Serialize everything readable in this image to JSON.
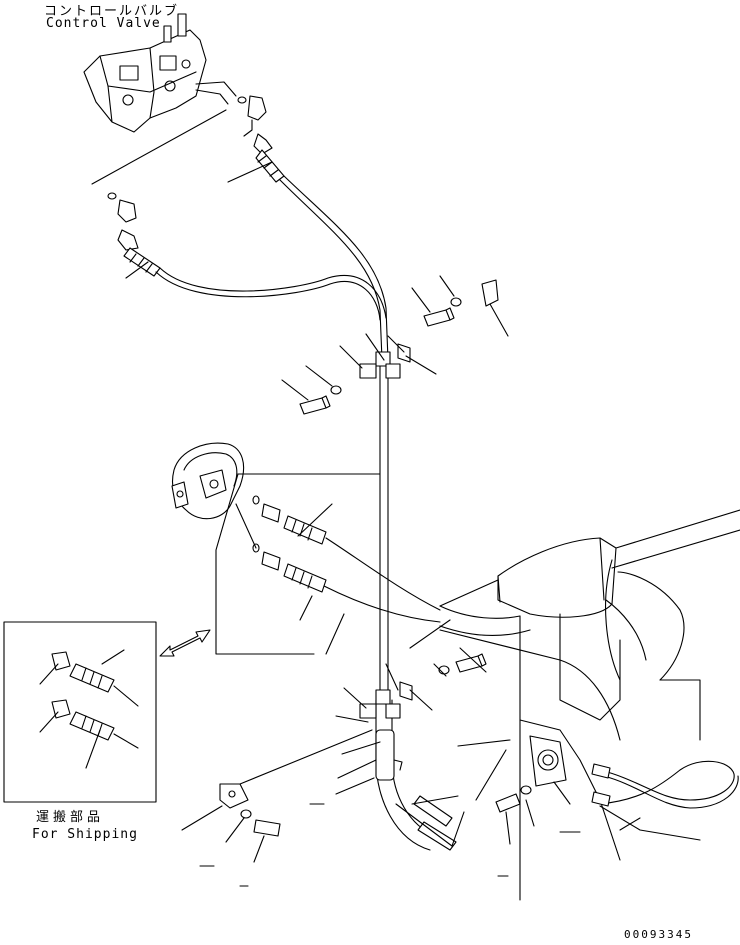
{
  "labels": {
    "control_valve_jp": "コントロールバルブ",
    "control_valve_en": "Control Valve",
    "shipping_jp": "運搬部品",
    "shipping_en": "For Shipping",
    "drawing_code": "00093345"
  },
  "icons": {
    "double_arrow": "double-arrow-icon"
  }
}
